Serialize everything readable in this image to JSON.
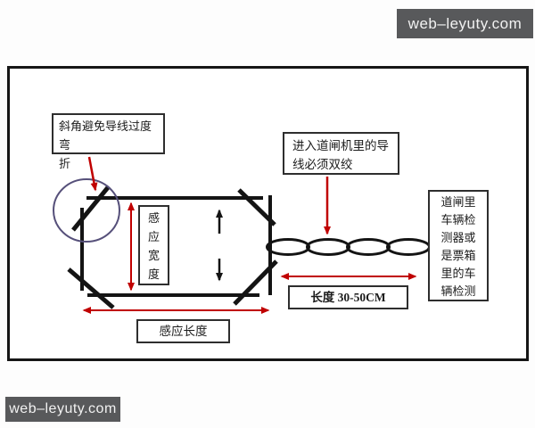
{
  "watermark": {
    "text": "web–leyuty.com",
    "bg_color": "#58595b",
    "text_color": "#f2f2f2"
  },
  "diagram": {
    "colors": {
      "arrow_red": "#c00000",
      "line_black": "#141414",
      "circle_purple": "#56507a"
    },
    "labels": {
      "bevel_note": {
        "lines": [
          "斜角避免导线过度弯",
          "折"
        ]
      },
      "twist_note": {
        "lines": [
          "进入道闸机里的导",
          "线必须双绞"
        ]
      },
      "detector_note": {
        "lines": [
          "道闸里",
          "车辆检",
          "测器或",
          "是票箱",
          "里的车",
          "辆检测"
        ]
      },
      "loop_width": {
        "chars": [
          "感",
          "应",
          "宽",
          "度"
        ]
      },
      "twist_length": {
        "text": "长度 30-50CM"
      },
      "loop_length": {
        "text": "感应长度"
      }
    }
  }
}
